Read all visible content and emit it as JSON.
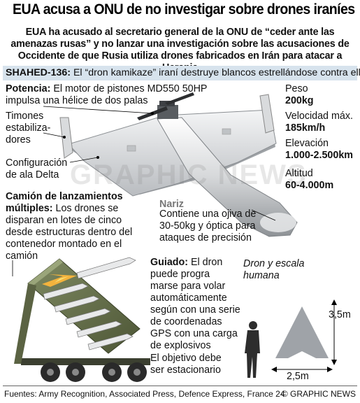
{
  "title": "EUA acusa a ONU de no investigar sobre drones iraníes",
  "subtitle": "EUA ha acusado al secretario general de la ONU de “ceder ante las amenazas rusas” y no lanzar una investigación sobre las acusaciones de Occidente de que Rusia utiliza drones fabricados en Irán para atacar a Ucrania",
  "banner": {
    "model": "SHAHED-136:",
    "text": " El “dron kamikaze” iraní destruye blancos estrellándose contra ellos"
  },
  "potencia": {
    "label": "Potencia:",
    "line1": " El motor de pistones MD550 50HP",
    "line2": "impulsa una hélice de dos palas"
  },
  "timones": [
    "Timones",
    "estabiliza-",
    "dores"
  ],
  "delta": [
    "Configuración",
    "de ala Delta"
  ],
  "specs": [
    {
      "label": "Peso",
      "value": "200kg"
    },
    {
      "label": "Velocidad máx.",
      "value": "185km/h"
    },
    {
      "label": "Elevación",
      "value": "1.000-2.500km"
    },
    {
      "label": "Altitud",
      "value": "60-4.000m"
    }
  ],
  "nariz": {
    "label": "Nariz",
    "lines": [
      "Contiene una ojiva de",
      "30-50kg y óptica para",
      "ataques de precisión"
    ]
  },
  "camion": {
    "lines_bold": [
      "Camión de lanzamientos",
      "múltiples:"
    ],
    "text_first": " Los drones se",
    "lines": [
      "disparan en lotes de cinco",
      "desde estructuras dentro del",
      "contenedor montado en el",
      "camión"
    ]
  },
  "guiado": {
    "label": "Guiado:",
    "first": " El dron",
    "lines": [
      "puede progra",
      "marse para volar",
      "automáticamente",
      "según con una serie",
      "de coordenadas",
      "GPS con una carga",
      "de explosivos"
    ],
    "extra": [
      "El objetivo debe",
      "ser estacionario"
    ]
  },
  "scale": {
    "caption": [
      "Dron y escala",
      "humana"
    ],
    "height": "3,5m",
    "width": "2,5m"
  },
  "watermark": "GRAPHIC NEWS",
  "footer": {
    "sources": "Fuentes: Army Recognition, Associated Press, Defence Express, France 24",
    "copyright": "© GRAPHIC NEWS"
  }
}
